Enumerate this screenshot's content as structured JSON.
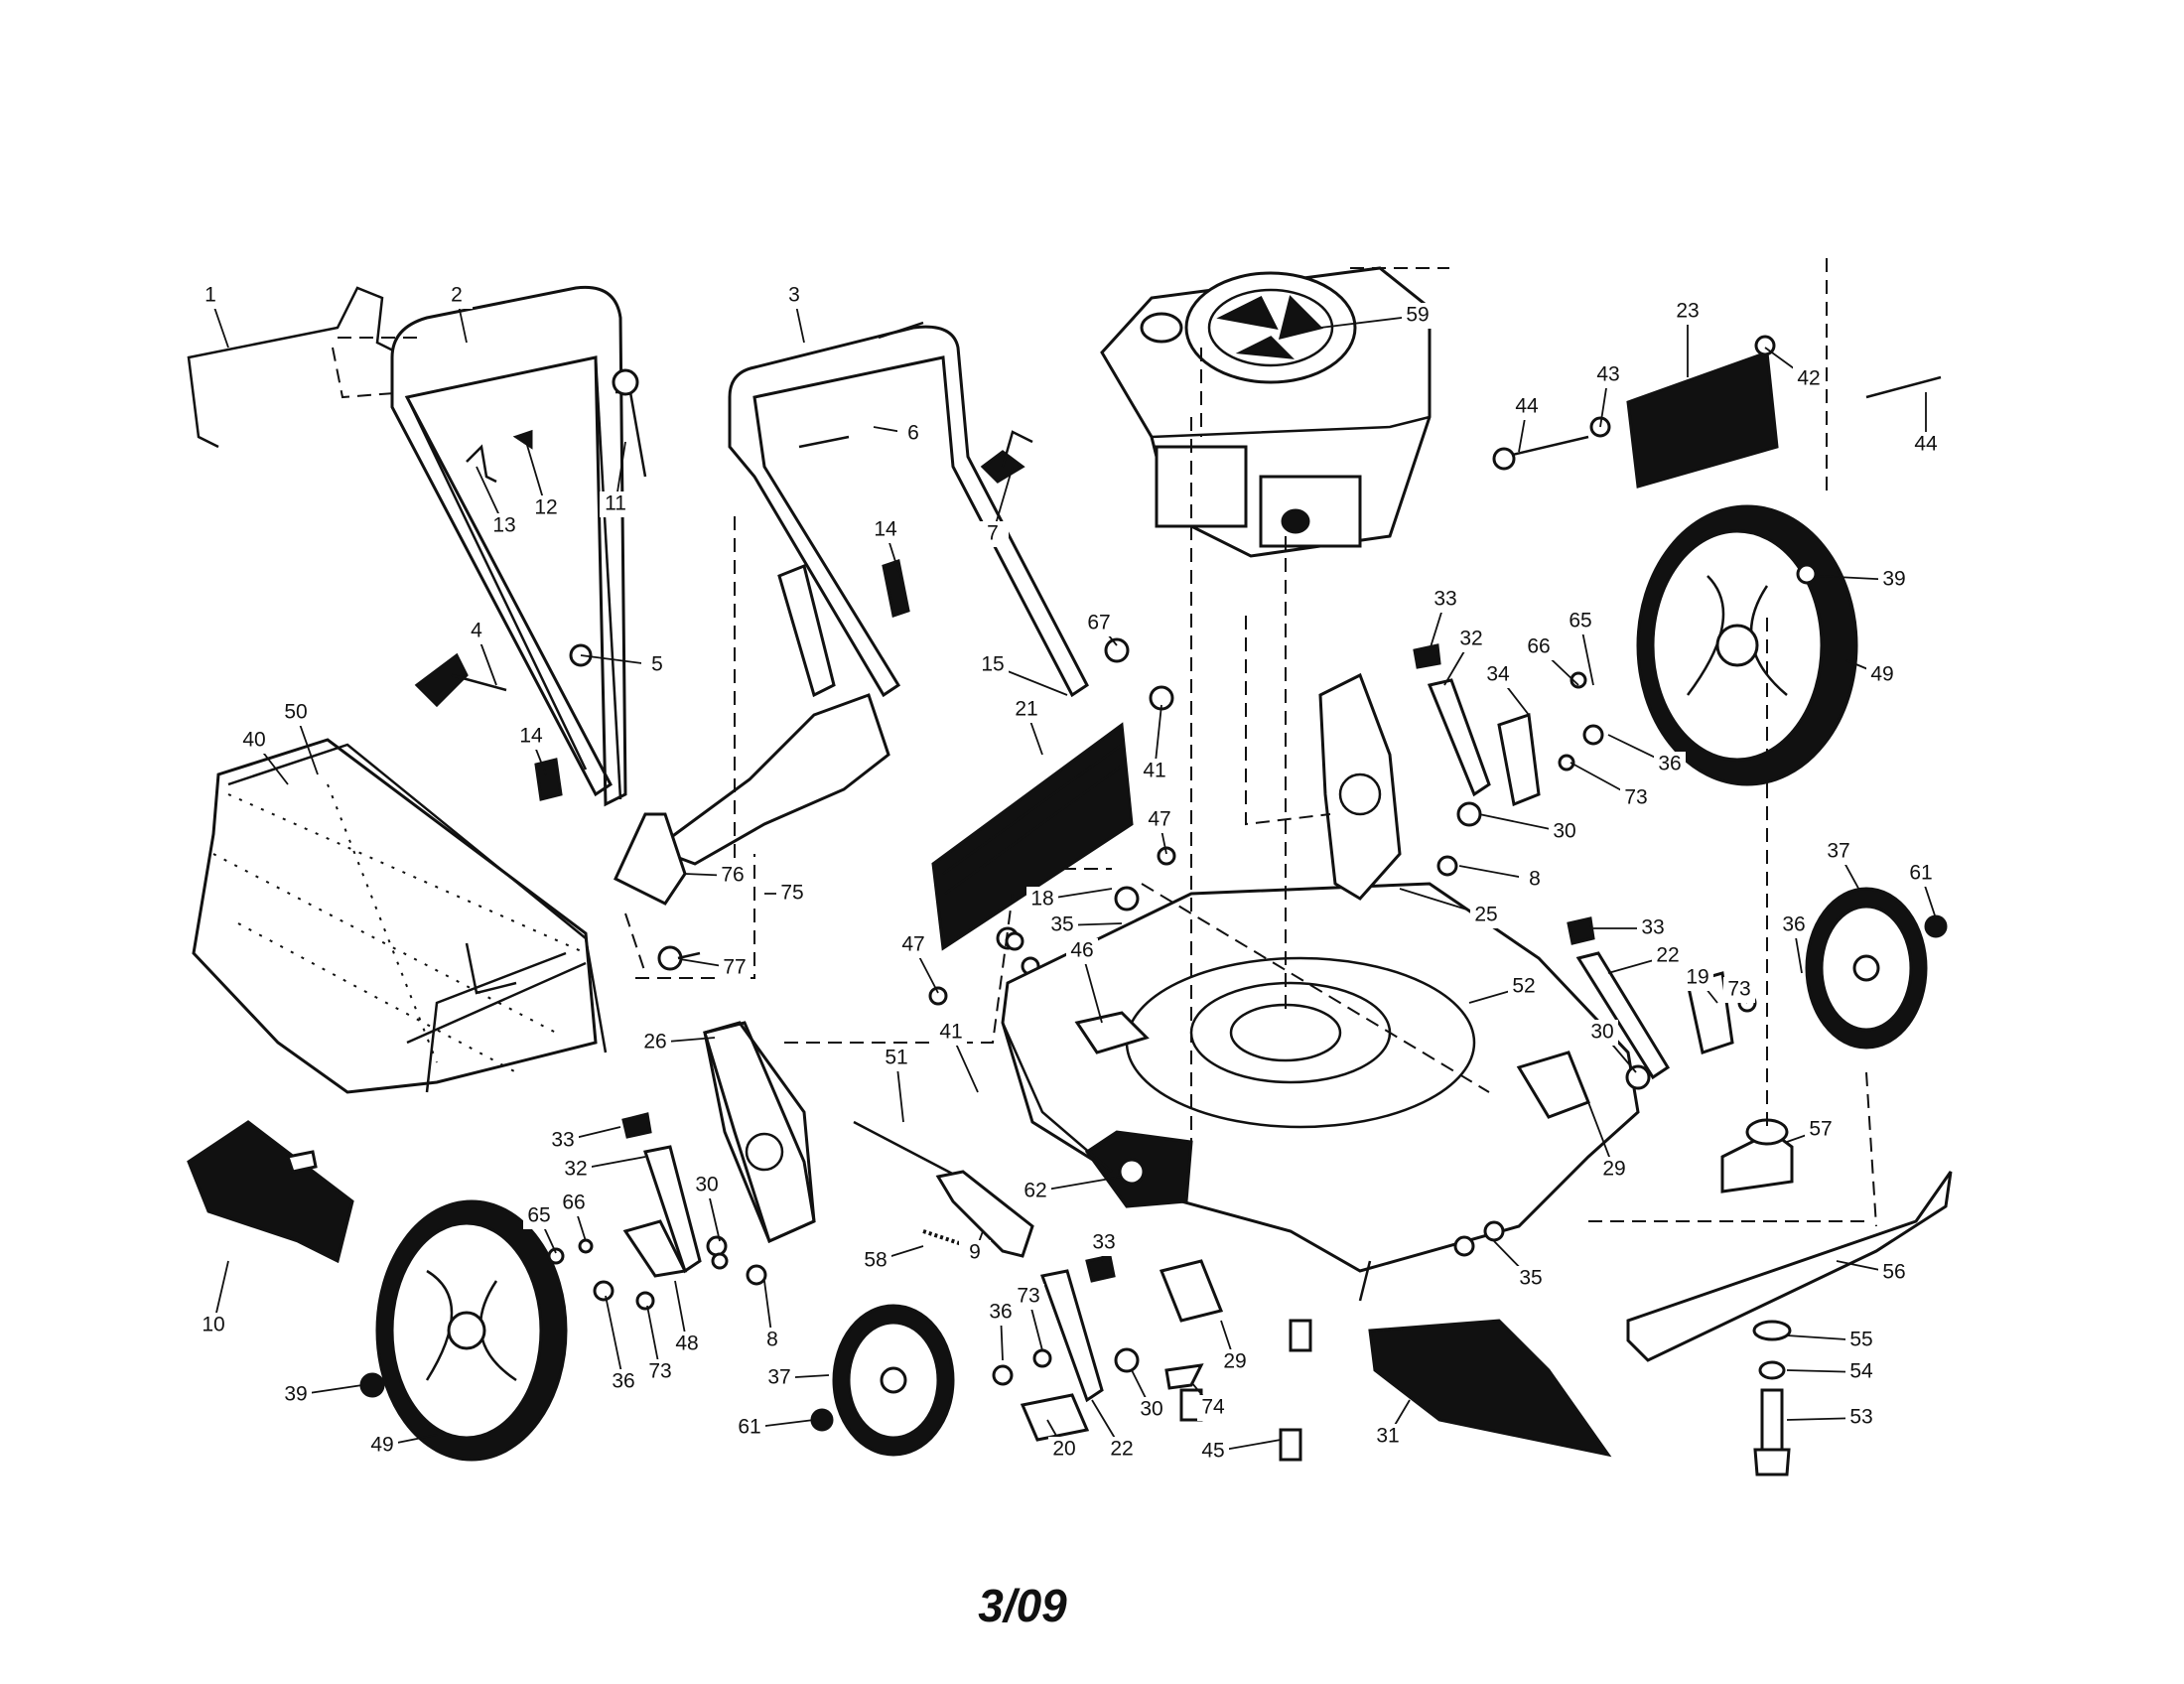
{
  "diagram": {
    "footer_code": "3/09",
    "callouts": [
      {
        "id": "c1",
        "label": "1"
      },
      {
        "id": "c2",
        "label": "2"
      },
      {
        "id": "c3",
        "label": "3"
      },
      {
        "id": "c59",
        "label": "59"
      },
      {
        "id": "c23",
        "label": "23"
      },
      {
        "id": "c42",
        "label": "42"
      },
      {
        "id": "c43",
        "label": "43"
      },
      {
        "id": "c44a",
        "label": "44"
      },
      {
        "id": "c44b",
        "label": "44"
      },
      {
        "id": "c6",
        "label": "6"
      },
      {
        "id": "c7",
        "label": "7"
      },
      {
        "id": "c13",
        "label": "13"
      },
      {
        "id": "c12",
        "label": "12"
      },
      {
        "id": "c11",
        "label": "11"
      },
      {
        "id": "c14a",
        "label": "14"
      },
      {
        "id": "c4",
        "label": "4"
      },
      {
        "id": "c5",
        "label": "5"
      },
      {
        "id": "c14b",
        "label": "14"
      },
      {
        "id": "c40",
        "label": "40"
      },
      {
        "id": "c50",
        "label": "50"
      },
      {
        "id": "c15",
        "label": "15"
      },
      {
        "id": "c21",
        "label": "21"
      },
      {
        "id": "c67",
        "label": "67"
      },
      {
        "id": "c41a",
        "label": "41"
      },
      {
        "id": "c39a",
        "label": "39"
      },
      {
        "id": "c49a",
        "label": "49"
      },
      {
        "id": "c33a",
        "label": "33"
      },
      {
        "id": "c32a",
        "label": "32"
      },
      {
        "id": "c65a",
        "label": "65"
      },
      {
        "id": "c66a",
        "label": "66"
      },
      {
        "id": "c34",
        "label": "34"
      },
      {
        "id": "c36a",
        "label": "36"
      },
      {
        "id": "c73a",
        "label": "73"
      },
      {
        "id": "c30a",
        "label": "30"
      },
      {
        "id": "c8a",
        "label": "8"
      },
      {
        "id": "c25",
        "label": "25"
      },
      {
        "id": "c47a",
        "label": "47"
      },
      {
        "id": "c76",
        "label": "76"
      },
      {
        "id": "c75",
        "label": "75"
      },
      {
        "id": "c77",
        "label": "77"
      },
      {
        "id": "c18",
        "label": "18"
      },
      {
        "id": "c35a",
        "label": "35"
      },
      {
        "id": "c47b",
        "label": "47"
      },
      {
        "id": "c46",
        "label": "46"
      },
      {
        "id": "c52",
        "label": "52"
      },
      {
        "id": "c37a",
        "label": "37"
      },
      {
        "id": "c61a",
        "label": "61"
      },
      {
        "id": "c33b",
        "label": "33"
      },
      {
        "id": "c22a",
        "label": "22"
      },
      {
        "id": "c36b",
        "label": "36"
      },
      {
        "id": "c19",
        "label": "19"
      },
      {
        "id": "c73b",
        "label": "73"
      },
      {
        "id": "c30b",
        "label": "30"
      },
      {
        "id": "c29a",
        "label": "29"
      },
      {
        "id": "c57",
        "label": "57"
      },
      {
        "id": "c56",
        "label": "56"
      },
      {
        "id": "c55",
        "label": "55"
      },
      {
        "id": "c54",
        "label": "54"
      },
      {
        "id": "c53",
        "label": "53"
      },
      {
        "id": "c26",
        "label": "26"
      },
      {
        "id": "c41b",
        "label": "41"
      },
      {
        "id": "c51",
        "label": "51"
      },
      {
        "id": "c62",
        "label": "62"
      },
      {
        "id": "c33c",
        "label": "33"
      },
      {
        "id": "c32b",
        "label": "32"
      },
      {
        "id": "c30c",
        "label": "30"
      },
      {
        "id": "c65b",
        "label": "65"
      },
      {
        "id": "c66b",
        "label": "66"
      },
      {
        "id": "c10",
        "label": "10"
      },
      {
        "id": "c48",
        "label": "48"
      },
      {
        "id": "c36c",
        "label": "36"
      },
      {
        "id": "c73c",
        "label": "73"
      },
      {
        "id": "c39b",
        "label": "39"
      },
      {
        "id": "c49b",
        "label": "49"
      },
      {
        "id": "c8b",
        "label": "8"
      },
      {
        "id": "c58",
        "label": "58"
      },
      {
        "id": "c9",
        "label": "9"
      },
      {
        "id": "c37b",
        "label": "37"
      },
      {
        "id": "c61b",
        "label": "61"
      },
      {
        "id": "c36d",
        "label": "36"
      },
      {
        "id": "c73d",
        "label": "73"
      },
      {
        "id": "c20",
        "label": "20"
      },
      {
        "id": "c22b",
        "label": "22"
      },
      {
        "id": "c33d",
        "label": "33"
      },
      {
        "id": "c30d",
        "label": "30"
      },
      {
        "id": "c29b",
        "label": "29"
      },
      {
        "id": "c74",
        "label": "74"
      },
      {
        "id": "c45",
        "label": "45"
      },
      {
        "id": "c31",
        "label": "31"
      },
      {
        "id": "c35b",
        "label": "35"
      }
    ]
  }
}
